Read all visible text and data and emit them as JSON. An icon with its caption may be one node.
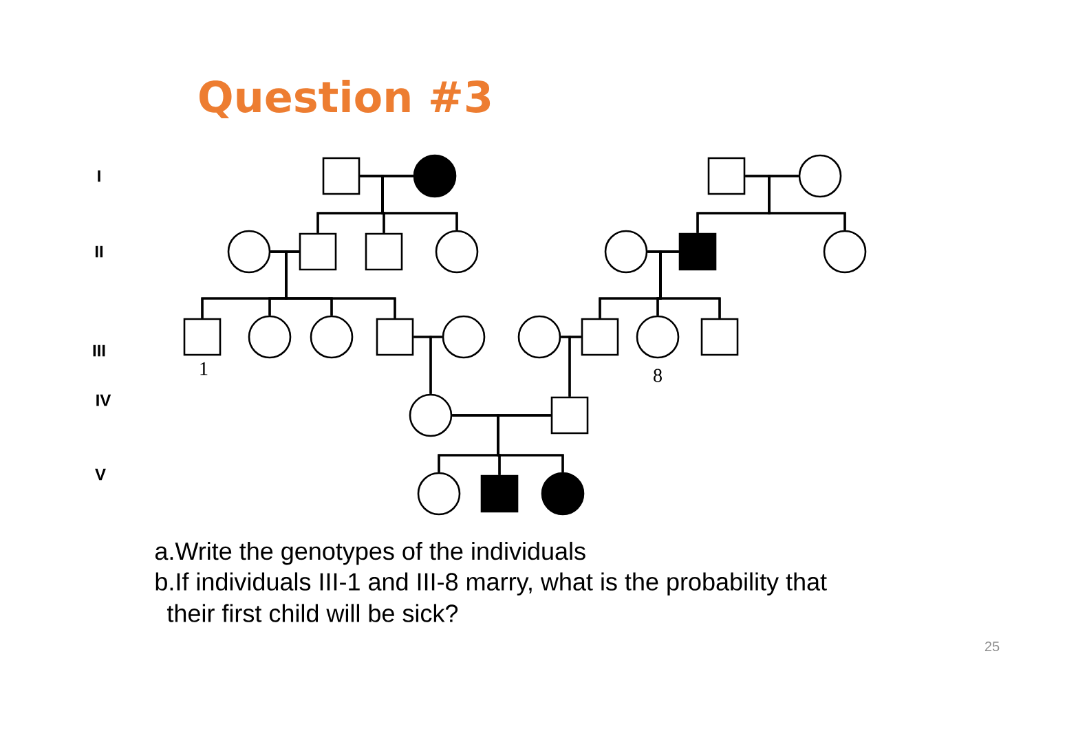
{
  "diagram": {
    "title": "Question #3",
    "nodes": [
      {
        "text": [],
        "shape": "box"
      },
      {
        "text": [],
        "shape": "filled-circle"
      },
      {
        "text": [],
        "shape": "box"
      },
      {
        "text": [],
        "shape": "circle"
      },
      {
        "text": [],
        "shape": "circle"
      },
      {
        "text": [],
        "shape": "box"
      },
      {
        "text": [],
        "shape": "box"
      },
      {
        "text": [],
        "shape": "circle"
      },
      {
        "text": [],
        "shape": "circle"
      },
      {
        "text": [],
        "shape": "filled-box"
      },
      {
        "text": [],
        "shape": "circle"
      },
      {
        "text": [],
        "shape": "box",
        "beside": [
          "1"
        ]
      },
      {
        "text": [],
        "shape": "circle"
      },
      {
        "text": [],
        "shape": "circle"
      },
      {
        "text": [],
        "shape": "box"
      },
      {
        "text": [],
        "shape": "circle"
      },
      {
        "text": [],
        "shape": "circle"
      },
      {
        "text": [],
        "shape": "box"
      },
      {
        "text": [],
        "shape": "circle",
        "beside": [
          "8"
        ]
      },
      {
        "text": [],
        "shape": "box"
      },
      {
        "text": [],
        "shape": "circle"
      },
      {
        "text": [],
        "shape": "box"
      },
      {
        "text": [],
        "shape": "circle"
      },
      {
        "text": [],
        "shape": "filled-box"
      },
      {
        "text": [],
        "shape": "filled-circle"
      }
    ],
    "edges": [
      {
        "from": 0,
        "to": 1,
        "arrow": "none"
      },
      {
        "from": 0,
        "to": 5,
        "arrow": "none"
      },
      {
        "from": 1,
        "to": 5,
        "arrow": "none"
      },
      {
        "from": 0,
        "to": 6,
        "arrow": "none"
      },
      {
        "from": 1,
        "to": 6,
        "arrow": "none"
      },
      {
        "from": 0,
        "to": 7,
        "arrow": "none"
      },
      {
        "from": 1,
        "to": 7,
        "arrow": "none"
      },
      {
        "from": 2,
        "to": 3,
        "arrow": "none"
      },
      {
        "from": 2,
        "to": 9,
        "arrow": "none"
      },
      {
        "from": 3,
        "to": 9,
        "arrow": "none"
      },
      {
        "from": 2,
        "to": 10,
        "arrow": "none"
      },
      {
        "from": 3,
        "to": 10,
        "arrow": "none"
      },
      {
        "from": 4,
        "to": 5,
        "arrow": "none"
      },
      {
        "from": 4,
        "to": 11,
        "arrow": "none"
      },
      {
        "from": 5,
        "to": 11,
        "arrow": "none"
      },
      {
        "from": 4,
        "to": 12,
        "arrow": "none"
      },
      {
        "from": 5,
        "to": 12,
        "arrow": "none"
      },
      {
        "from": 4,
        "to": 13,
        "arrow": "none"
      },
      {
        "from": 5,
        "to": 13,
        "arrow": "none"
      },
      {
        "from": 4,
        "to": 14,
        "arrow": "none"
      },
      {
        "from": 5,
        "to": 14,
        "arrow": "none"
      },
      {
        "from": 8,
        "to": 9,
        "arrow": "none"
      },
      {
        "from": 8,
        "to": 17,
        "arrow": "none"
      },
      {
        "from": 9,
        "to": 17,
        "arrow": "none"
      },
      {
        "from": 8,
        "to": 18,
        "arrow": "none"
      },
      {
        "from": 9,
        "to": 18,
        "arrow": "none"
      },
      {
        "from": 8,
        "to": 19,
        "arrow": "none"
      },
      {
        "from": 9,
        "to": 19,
        "arrow": "none"
      },
      {
        "from": 14,
        "to": 15,
        "arrow": "none"
      },
      {
        "from": 14,
        "to": 20,
        "arrow": "none"
      },
      {
        "from": 15,
        "to": 20,
        "arrow": "none"
      },
      {
        "from": 16,
        "to": 17,
        "arrow": "none"
      },
      {
        "from": 16,
        "to": 21,
        "arrow": "none"
      },
      {
        "from": 17,
        "to": 21,
        "arrow": "none"
      },
      {
        "from": 20,
        "to": 21,
        "arrow": "none"
      },
      {
        "from": 20,
        "to": 22,
        "arrow": "none"
      },
      {
        "from": 21,
        "to": 22,
        "arrow": "none"
      },
      {
        "from": 20,
        "to": 23,
        "arrow": "none"
      },
      {
        "from": 21,
        "to": 23,
        "arrow": "none"
      },
      {
        "from": 20,
        "to": 24,
        "arrow": "none"
      },
      {
        "from": 21,
        "to": 24,
        "arrow": "none"
      }
    ],
    "labels": [
      "I",
      "II",
      "III",
      "IV",
      "V",
      "a.Write the genotypes of the individuals",
      "b.If individuals III-1 and III-8 marry, what is the probability that their first child will be sick?",
      "25"
    ]
  }
}
